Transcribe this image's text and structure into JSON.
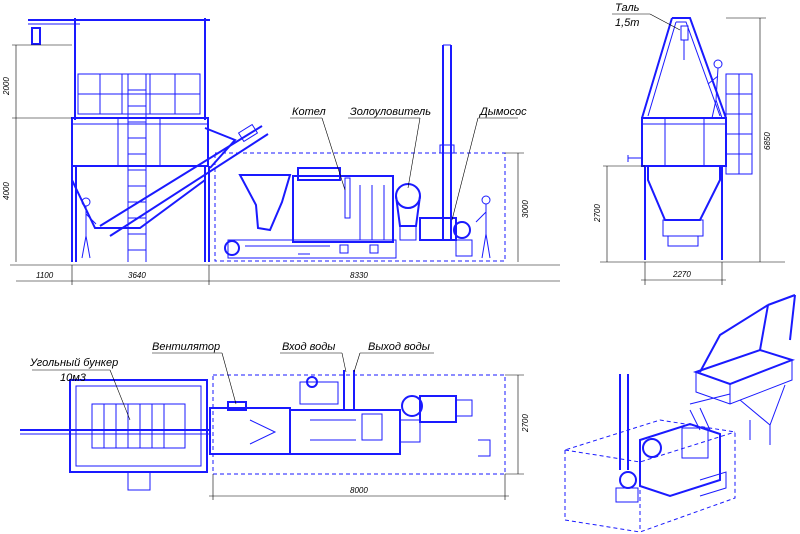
{
  "colors": {
    "equipment": "#1a1aff",
    "dimension": "#000000",
    "background": "#ffffff"
  },
  "labels": {
    "kotel": "Котел",
    "zolouloviel": "Золоуловитель",
    "dymosos": "Дымосос",
    "tal": "Таль",
    "tal_capacity": "1,5т",
    "bunker": "Угольный бункер",
    "bunker_volume": "10м3",
    "ventilator": "Вентилятор",
    "vhod_vody": "Вход воды",
    "vyhod_vody": "Выход воды"
  },
  "dimensions": {
    "front_upper": "2000",
    "front_lower": "4000",
    "front_width_1": "1100",
    "front_width_2": "3640",
    "front_width_3": "8330",
    "boiler_height": "3000",
    "side_total_height": "6850",
    "side_lower_height": "2700",
    "side_width": "2270",
    "plan_width": "2700",
    "plan_length": "8000"
  }
}
